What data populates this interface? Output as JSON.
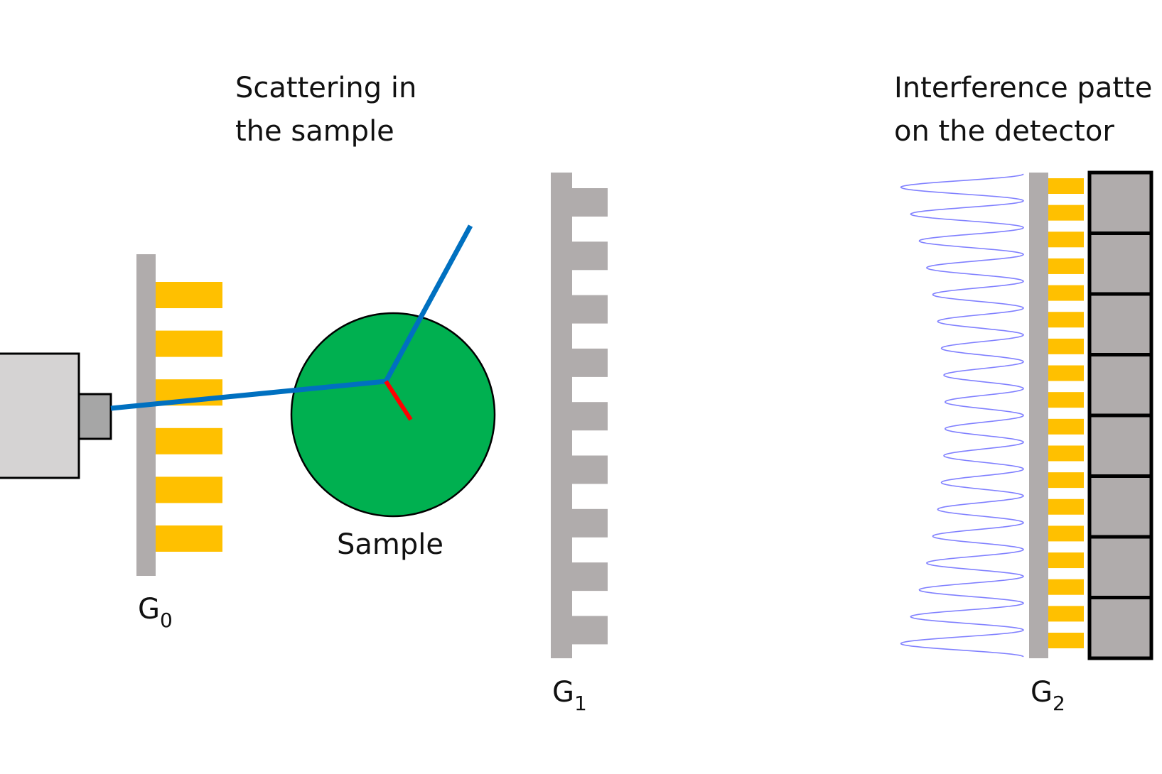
{
  "labels": {
    "scattering_line1": "Scattering in",
    "scattering_line2": "the sample",
    "interference_line1": "Interference patte",
    "interference_line2": "on the detector",
    "sample": "Sample",
    "g0_main": "G",
    "g0_sub": "0",
    "g1_main": "G",
    "g1_sub": "1",
    "g2_main": "G",
    "g2_sub": "2"
  },
  "colors": {
    "grating_bar": "#b0acac",
    "grating_gold": "#ffc000",
    "sample_fill": "#00b050",
    "beam": "#0070c0",
    "scatter_short": "#ff0000",
    "source_body": "#d5d3d3",
    "source_nozzle": "#a6a6a6",
    "detector_pixel": "#b0acac",
    "wave": "#8080ff"
  },
  "counts": {
    "g0_slats": 6,
    "g1_teeth": 9,
    "g2_slats": 18,
    "detector_pixels": 8
  }
}
